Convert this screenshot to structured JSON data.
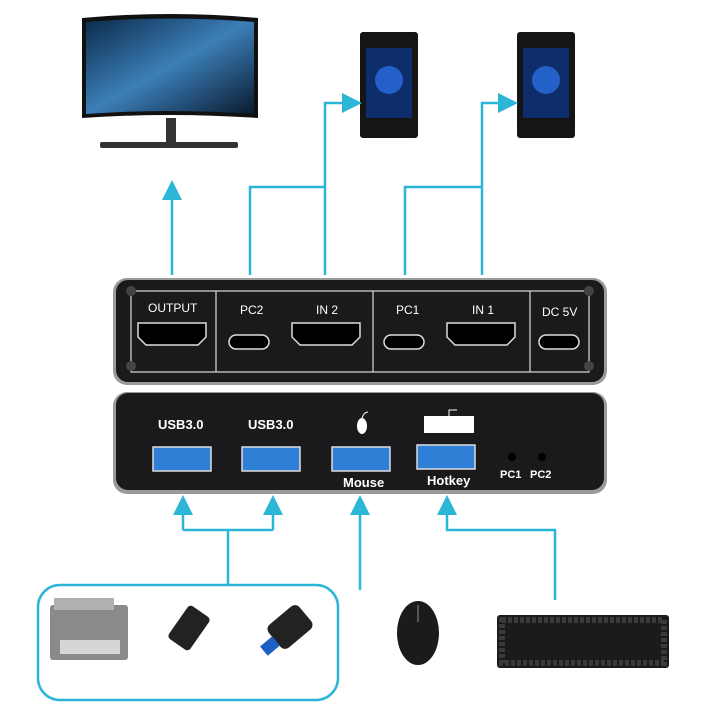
{
  "colors": {
    "arrow": "#2bb5d6",
    "panel": "#1a1a1c",
    "usb_blue": "#2f7fd6"
  },
  "top_panel": {
    "output": "OUTPUT",
    "pc2": "PC2",
    "in2": "IN 2",
    "pc1": "PC1",
    "in1": "IN 1",
    "dc": "DC 5V"
  },
  "bottom_panel": {
    "usb1": "USB3.0",
    "usb2": "USB3.0",
    "mouse": "Mouse",
    "hotkey": "Hotkey",
    "led_pc1": "PC1",
    "led_pc2": "PC2"
  },
  "devices": [
    "monitor",
    "pc-tower-1",
    "pc-tower-2",
    "printer",
    "usb-drive",
    "card-reader",
    "mouse",
    "keyboard"
  ]
}
